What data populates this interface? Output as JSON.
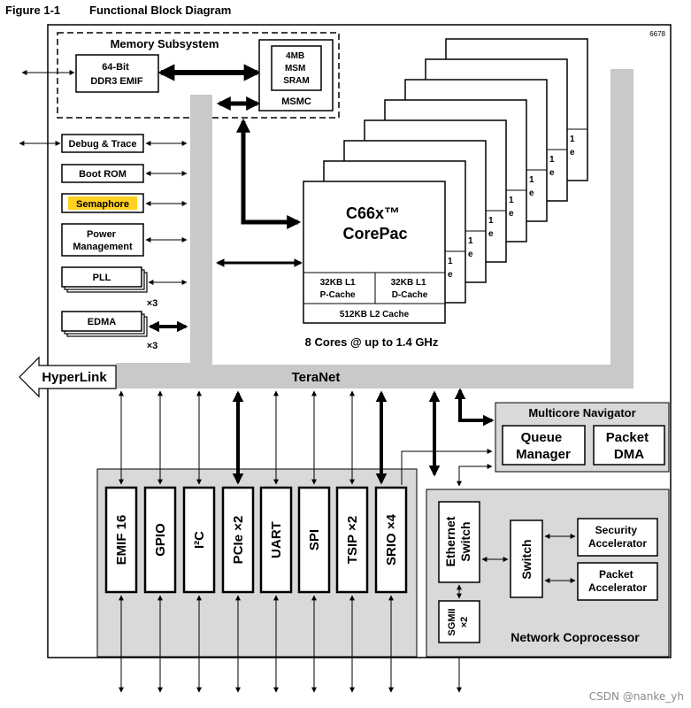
{
  "figure": {
    "number": "Figure 1-1",
    "title": "Functional Block Diagram",
    "part_number": "6678"
  },
  "memory": {
    "subsystem_label": "Memory Subsystem",
    "ddr3": [
      "64-Bit",
      "DDR3 EMIF"
    ],
    "msm": [
      "4MB",
      "MSM",
      "SRAM"
    ],
    "msmc": "MSMC"
  },
  "left_blocks": {
    "debug": "Debug & Trace",
    "boot_rom": "Boot ROM",
    "semaphore": "Semaphore",
    "power": [
      "Power",
      "Management"
    ],
    "pll": "PLL",
    "pll_count": "×3",
    "edma": "EDMA",
    "edma_count": "×3"
  },
  "core": {
    "name": [
      "C66x™",
      "CorePac"
    ],
    "l1p": [
      "32KB L1",
      "P-Cache"
    ],
    "l1d": [
      "32KB L1",
      "D-Cache"
    ],
    "l2": "512KB L2 Cache",
    "cores": "8 Cores @ up to 1.4 GHz",
    "stack_peek": [
      "1",
      "e"
    ]
  },
  "bus": {
    "hyperlink": "HyperLink",
    "teranet": "TeraNet"
  },
  "navigator": {
    "title": "Multicore Navigator",
    "queue": [
      "Queue",
      "Manager"
    ],
    "packet_dma": [
      "Packet",
      "DMA"
    ]
  },
  "peripherals": [
    "EMIF 16",
    "GPIO",
    "I²C",
    "PCIe ×2",
    "UART",
    "SPI",
    "TSIP ×2",
    "SRIO ×4"
  ],
  "coprocessor": {
    "title": "Network Coprocessor",
    "ethernet": [
      "Ethernet",
      "Switch"
    ],
    "switch": "Switch",
    "security": [
      "Security",
      "Accelerator"
    ],
    "packet_acc": [
      "Packet",
      "Accelerator"
    ],
    "sgmii": [
      "SGMII",
      "×2"
    ]
  },
  "highlight_color": "#ffd21f",
  "watermark": "CSDN @nanke_yh"
}
